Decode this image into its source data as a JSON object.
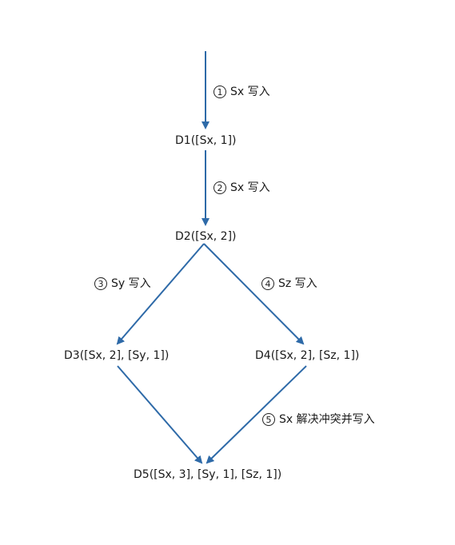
{
  "nodes": {
    "d1": "D1([Sx, 1])",
    "d2": "D2([Sx, 2])",
    "d3": "D3([Sx, 2], [Sy, 1])",
    "d4": "D4([Sx, 2], [Sz, 1])",
    "d5": "D5([Sx, 3], [Sy, 1],  [Sz, 1])"
  },
  "edges": [
    {
      "step": "1",
      "label": "Sx 写入"
    },
    {
      "step": "2",
      "label": "Sx 写入"
    },
    {
      "step": "3",
      "label": "Sy 写入"
    },
    {
      "step": "4",
      "label": "Sz 写入"
    },
    {
      "step": "5",
      "label": "Sx 解决冲突并写入"
    }
  ],
  "colors": {
    "edge": "#2e6aa8",
    "text": "#1a1a1a"
  }
}
